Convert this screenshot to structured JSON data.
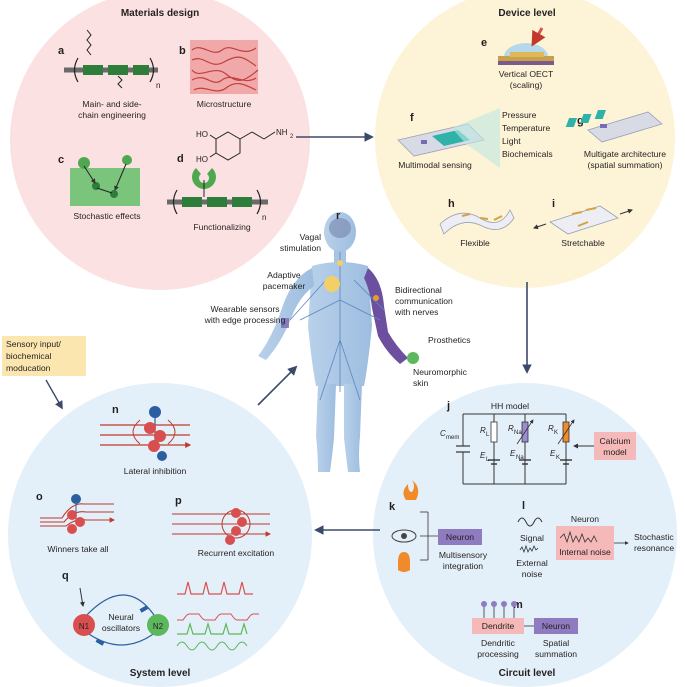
{
  "colors": {
    "materials_bg": "#fbe1e2",
    "device_bg": "#fdf3d6",
    "system_bg": "#e4f0f9",
    "circuit_bg": "#e4f0f9",
    "polymer_green": "#2e7d3a",
    "neuron_red": "#d94f4f",
    "neuron_blue": "#2b5fa0",
    "excitation_red": "#c0392b",
    "neuron_box": "#8f7bbf",
    "pink_box": "#f4b9b8",
    "sensory_box": "#fbe6b0",
    "body_blue": "#8fb4d8",
    "arrow": "#3b4a6b"
  },
  "materials": {
    "heading": "Materials design",
    "a": {
      "letter": "a",
      "sub": "n",
      "line1": "Main- and side-",
      "line2": "chain engineering"
    },
    "b": {
      "letter": "b",
      "caption": "Microstructure"
    },
    "c": {
      "letter": "c",
      "caption": "Stochastic effects"
    },
    "d": {
      "letter": "d",
      "caption": "Functionalizing",
      "sub": "n",
      "ho1": "HO",
      "ho2": "HO",
      "nh2": "NH",
      "nh2_sub": "2"
    }
  },
  "device": {
    "heading": "Device level",
    "e": {
      "letter": "e",
      "line1": "Vertical OECT",
      "line2": "(scaling)"
    },
    "f": {
      "letter": "f",
      "caption": "Multimodal sensing",
      "list": [
        "Pressure",
        "Temperature",
        "Light",
        "Biochemicals"
      ]
    },
    "g": {
      "letter": "g",
      "line1": "Multigate architecture",
      "line2": "(spatial summation)"
    },
    "h": {
      "letter": "h",
      "caption": "Flexible"
    },
    "i": {
      "letter": "i",
      "caption": "Stretchable"
    }
  },
  "body": {
    "letter": "r",
    "vagal": [
      "Vagal",
      "stimulation"
    ],
    "pacemaker": [
      "Adaptive",
      "pacemaker"
    ],
    "wearable": [
      "Wearable sensors",
      "with edge processing"
    ],
    "bidirectional": [
      "Bidirectional",
      "communication",
      "with nerves"
    ],
    "prosthetics": "Prosthetics",
    "skin": [
      "Neuromorphic",
      "skin"
    ]
  },
  "sensory": {
    "lines": [
      "Sensory input/",
      "biochemical",
      "moducation"
    ]
  },
  "system": {
    "heading": "System level",
    "n": {
      "letter": "n",
      "caption": "Lateral inhibition"
    },
    "o": {
      "letter": "o",
      "caption": "Winners take all"
    },
    "p": {
      "letter": "p",
      "caption": "Recurrent excitation"
    },
    "q": {
      "letter": "q",
      "n1": "N1",
      "n2": "N2",
      "line1": "Neural",
      "line2": "oscillators"
    }
  },
  "circuit": {
    "heading": "Circuit level",
    "j": {
      "letter": "j",
      "title": "HH model",
      "cmem": "C",
      "cmem_sub": "mem",
      "rl": "R",
      "rl_sub": "L",
      "el": "E",
      "el_sub": "L",
      "rna": "R",
      "rna_sub": "Na",
      "ena": "E",
      "ena_sub": "Na",
      "rk": "R",
      "rk_sub": "K",
      "ek": "E",
      "ek_sub": "K",
      "calcium": [
        "Calcium",
        "model"
      ]
    },
    "k": {
      "letter": "k",
      "neuron": "Neuron",
      "line1": "Multisensory",
      "line2": "integration"
    },
    "l": {
      "letter": "l",
      "neuron": "Neuron",
      "signal": "Signal",
      "external": [
        "External",
        "noise"
      ],
      "internal": "Internal noise",
      "stochastic": [
        "Stochastic",
        "resonance"
      ]
    },
    "m": {
      "letter": "m",
      "dendrite": "Dendrite",
      "neuron": "Neuron",
      "dp": [
        "Dendritic",
        "processing"
      ],
      "ss": [
        "Spatial",
        "summation"
      ]
    }
  }
}
